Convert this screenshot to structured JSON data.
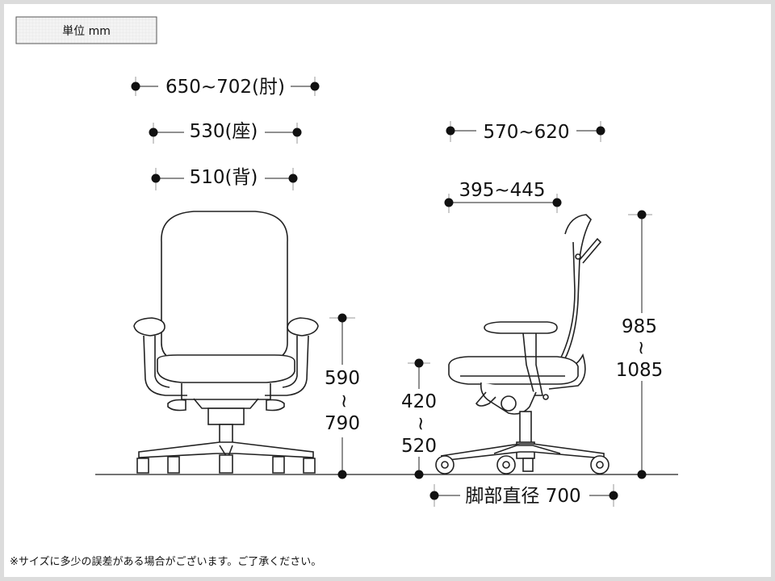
{
  "unit_label": "単位 mm",
  "front_view": {
    "overall_width": "650~702(肘)",
    "seat_width": "530(座)",
    "back_width": "510(背)",
    "armrest_height_min": "590",
    "armrest_height_sep": "~",
    "armrest_height_max": "790"
  },
  "side_view": {
    "overall_depth": "570~620",
    "seat_depth": "395~445",
    "seat_height_min": "420",
    "seat_height_sep": "~",
    "seat_height_max": "520",
    "overall_height_min": "985",
    "overall_height_sep": "~",
    "overall_height_max": "1085",
    "base_diameter": "脚部直径 700"
  },
  "footnote": "※サイズに多少の誤差がある場合がございます。ご了承ください。",
  "colors": {
    "line": "#222222",
    "page_bg": "#dcdcdc",
    "frame_bg": "#ffffff",
    "unit_box_bg": "#f1f1f1"
  }
}
